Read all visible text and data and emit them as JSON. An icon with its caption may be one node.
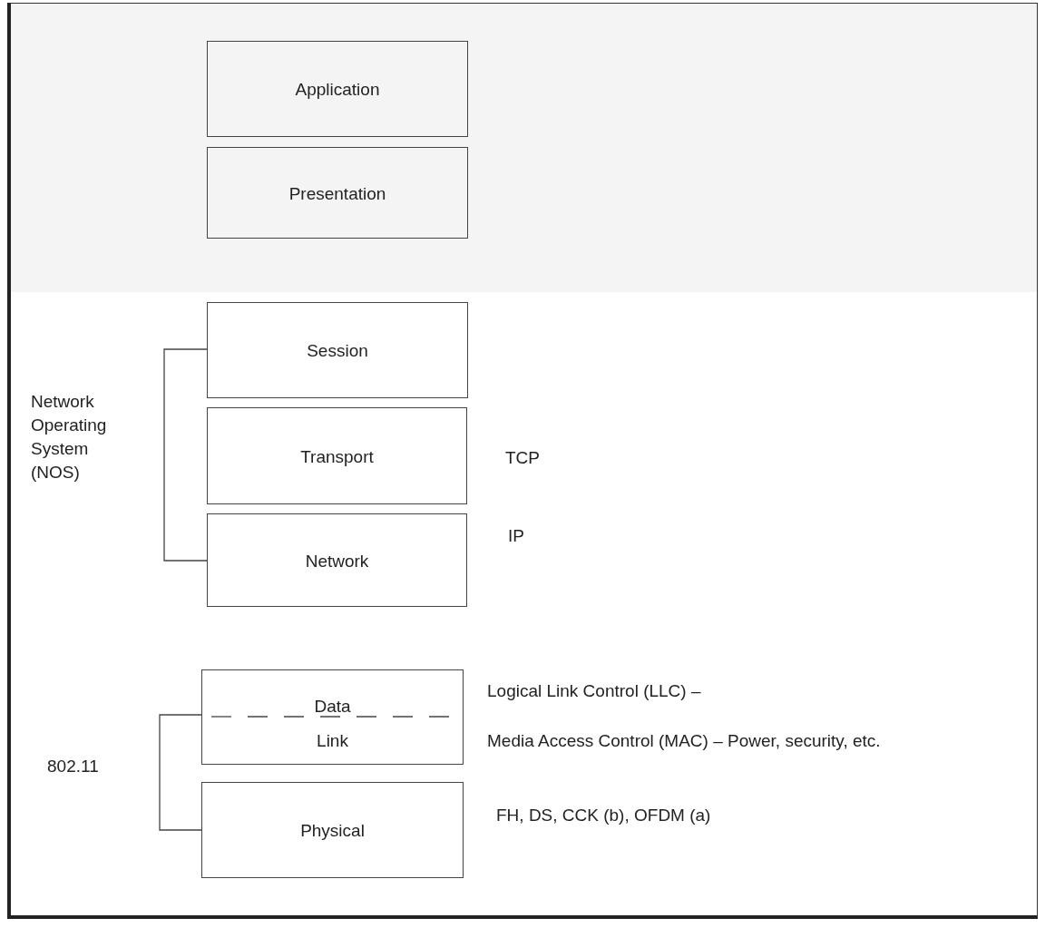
{
  "diagram": {
    "nodes": [
      {
        "text": [
          "Application"
        ]
      },
      {
        "text": [
          "Presentation"
        ]
      },
      {
        "text": [
          "Session"
        ]
      },
      {
        "text": [
          "Transport"
        ]
      },
      {
        "text": [
          "Network"
        ]
      },
      {
        "text": [
          "Data",
          "Link"
        ]
      },
      {
        "text": [
          "Physical"
        ]
      }
    ],
    "labels": [
      "Network Operating System (NOS)",
      "TCP",
      "IP",
      "Logical Link Control (LLC) –",
      "Media Access Control (MAC) – Power, security, etc.",
      "802.11",
      "FH, DS, CCK (b), OFDM (a)"
    ]
  }
}
